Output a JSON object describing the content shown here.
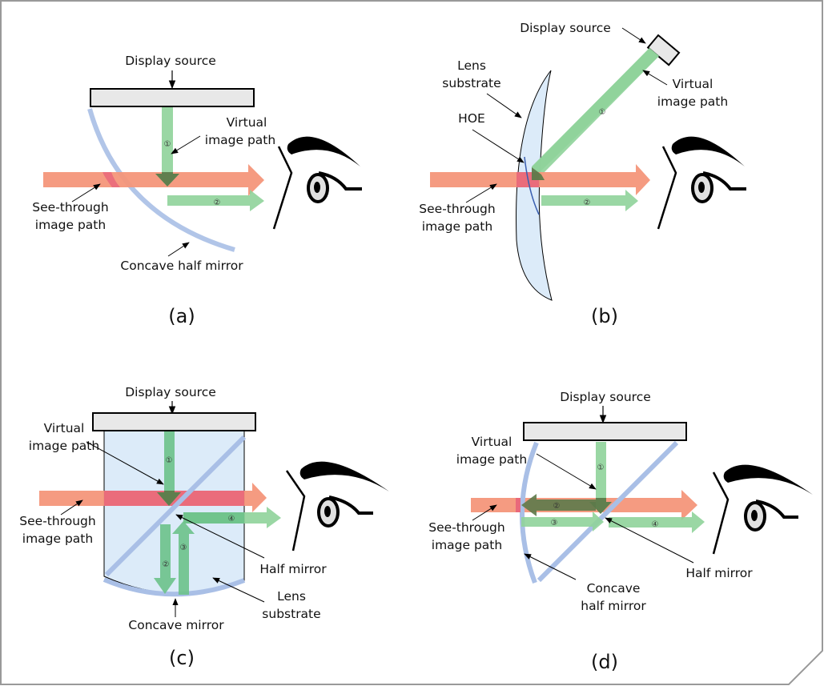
{
  "figure": {
    "colors": {
      "see_through": "#f4967a",
      "virtual": "#8fd39a",
      "virtual_dark": "#5d7a4a",
      "overlap": "#e8647a",
      "mirror": "#a9bfe6",
      "lens_fill": "#dcebf9",
      "display_fill": "#e8e8e8",
      "border": "#999999"
    },
    "panels": [
      {
        "id": "a",
        "caption": "(a)",
        "labels": {
          "display": "Display source",
          "virtual_1": "Virtual",
          "virtual_2": "image path",
          "see_1": "See-through",
          "see_2": "image path",
          "mirror": "Concave half mirror"
        },
        "path_numbers": [
          "①",
          "②"
        ]
      },
      {
        "id": "b",
        "caption": "(b)",
        "labels": {
          "display": "Display source",
          "lens_1": "Lens",
          "lens_2": "substrate",
          "hoe": "HOE",
          "virtual_1": "Virtual",
          "virtual_2": "image path",
          "see_1": "See-through",
          "see_2": "image path"
        },
        "path_numbers": [
          "①",
          "②"
        ]
      },
      {
        "id": "c",
        "caption": "(c)",
        "labels": {
          "display": "Display source",
          "virtual_1": "Virtual",
          "virtual_2": "image path",
          "see_1": "See-through",
          "see_2": "image path",
          "half_mirror": "Half mirror",
          "lens_1": "Lens",
          "lens_2": "substrate",
          "concave": "Concave mirror"
        },
        "path_numbers": [
          "①",
          "②",
          "③",
          "④"
        ]
      },
      {
        "id": "d",
        "caption": "(d)",
        "labels": {
          "display": "Display source",
          "virtual_1": "Virtual",
          "virtual_2": "image path",
          "see_1": "See-through",
          "see_2": "image path",
          "half_mirror": "Half mirror",
          "concave_1": "Concave",
          "concave_2": "half mirror"
        },
        "path_numbers": [
          "①",
          "②",
          "③",
          "④"
        ]
      }
    ]
  }
}
